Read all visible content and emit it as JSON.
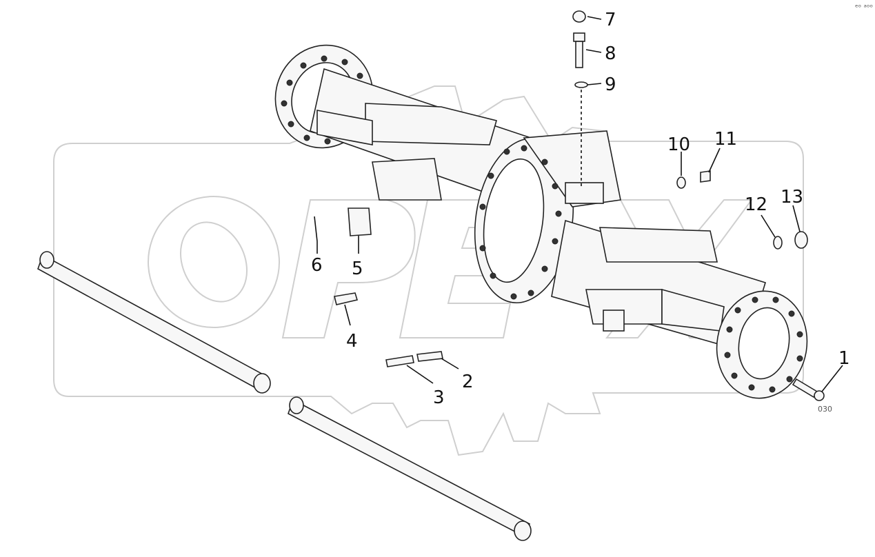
{
  "watermark": "OPEX",
  "figure_code": "030",
  "corner_marks": "ᵉᵒ ᵃᵒᵒ",
  "callouts": [
    {
      "id": "1",
      "label": "1"
    },
    {
      "id": "2",
      "label": "2"
    },
    {
      "id": "3",
      "label": "3"
    },
    {
      "id": "4",
      "label": "4"
    },
    {
      "id": "5",
      "label": "5"
    },
    {
      "id": "6",
      "label": "6"
    },
    {
      "id": "7",
      "label": "7"
    },
    {
      "id": "8",
      "label": "8"
    },
    {
      "id": "9",
      "label": "9"
    },
    {
      "id": "10",
      "label": "10"
    },
    {
      "id": "11",
      "label": "11"
    },
    {
      "id": "12",
      "label": "12"
    },
    {
      "id": "13",
      "label": "13"
    }
  ]
}
